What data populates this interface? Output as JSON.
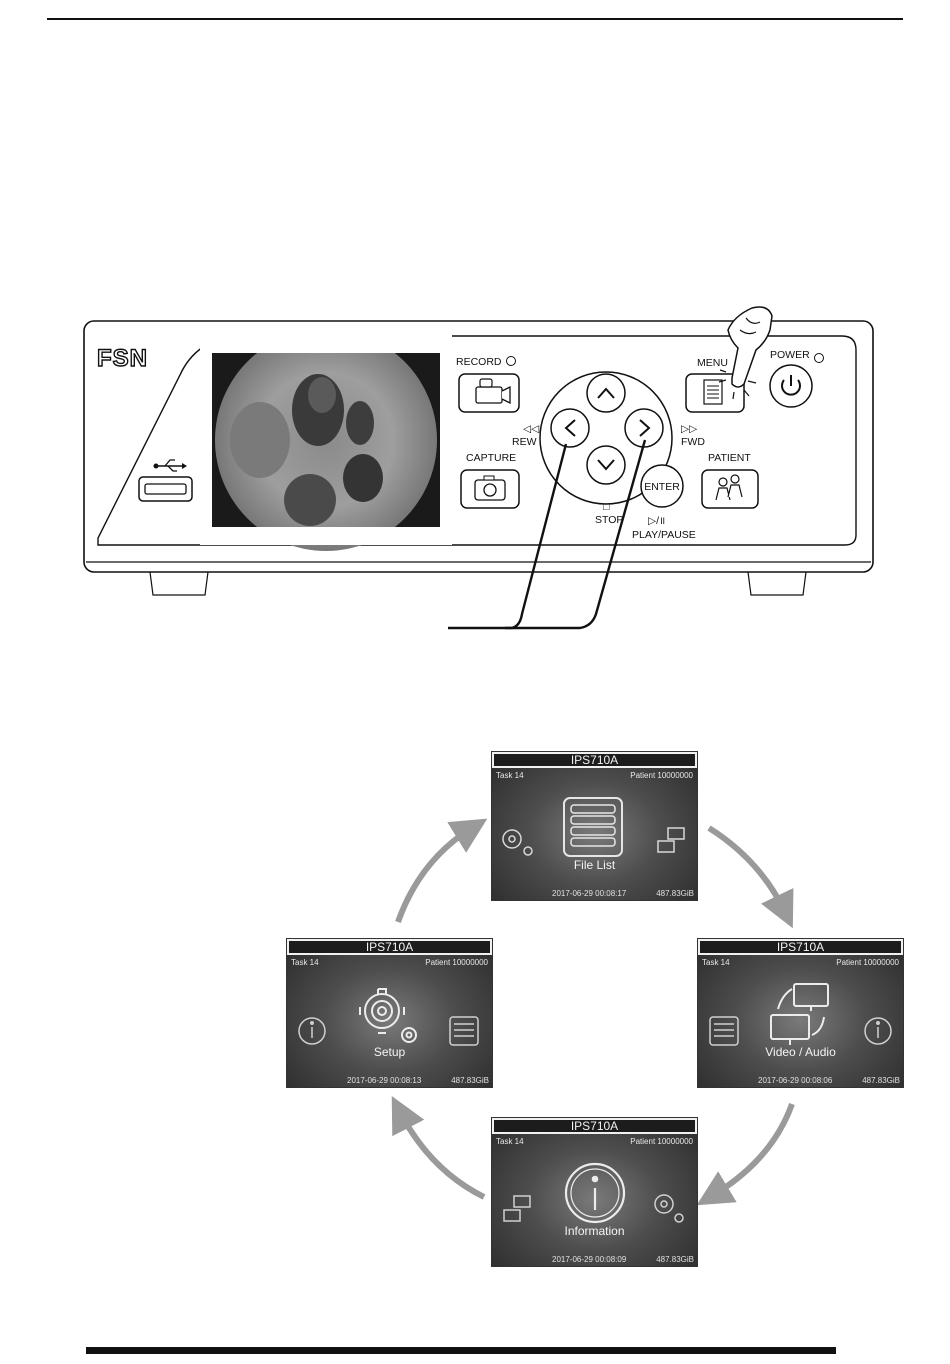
{
  "device": {
    "brand": "FSN",
    "buttons": {
      "record": "RECORD",
      "capture": "CAPTURE",
      "menu": "MENU",
      "power": "POWER",
      "patient": "PATIENT",
      "enter": "ENTER",
      "rew": "REW",
      "fwd": "FWD",
      "stop": "STOP",
      "play_pause": "PLAY/PAUSE",
      "rew_symbol": "◁◁",
      "fwd_symbol": "▷▷",
      "stop_symbol": "□",
      "play_pause_symbol": "▷/॥"
    }
  },
  "screens": {
    "file_list": {
      "title": "IPS710A",
      "task": "Task 14",
      "patient": "Patient 10000000",
      "caption": "File List",
      "datetime": "2017-06-29 00:08:17",
      "storage": "487.83GiB"
    },
    "video_audio": {
      "title": "IPS710A",
      "task": "Task 14",
      "patient": "Patient 10000000",
      "caption": "Video / Audio",
      "datetime": "2017-06-29 00:08:06",
      "storage": "487.83GiB"
    },
    "information": {
      "title": "IPS710A",
      "task": "Task 14",
      "patient": "Patient 10000000",
      "caption": "Information",
      "datetime": "2017-06-29 00:08:09",
      "storage": "487.83GiB"
    },
    "setup": {
      "title": "IPS710A",
      "task": "Task 14",
      "patient": "Patient 10000000",
      "caption": "Setup",
      "datetime": "2017-06-29 00:08:13",
      "storage": "487.83GiB"
    }
  },
  "colors": {
    "cycle_arrow": "#9a9a9a",
    "screen_bg": "#2e2e2e",
    "line": "#111111"
  },
  "icons": [
    "usb-icon",
    "camcorder-icon",
    "camera-icon",
    "menu-list-icon",
    "power-icon",
    "patient-icon",
    "pointing-hand-icon",
    "gear-icon",
    "file-list-icon",
    "monitors-icon",
    "info-icon"
  ]
}
